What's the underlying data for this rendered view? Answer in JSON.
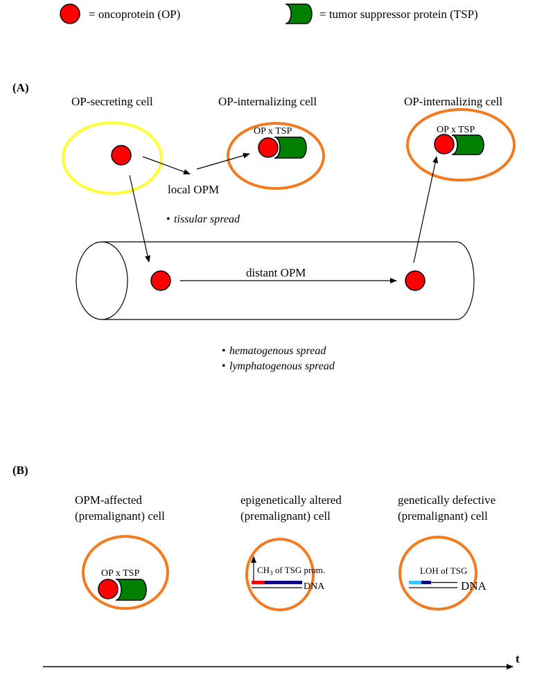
{
  "legend": {
    "oncoprotein": "= oncoprotein (OP)",
    "tsp": "= tumor suppressor protein (TSP)"
  },
  "panel_a": {
    "label": "(A)",
    "secreting_cell": "OP-secreting cell",
    "internalizing_cell_1": "OP-internalizing cell",
    "internalizing_cell_2": "OP-internalizing cell",
    "complex_1": "OP x TSP",
    "complex_2": "OP x TSP",
    "local_opm": "local OPM",
    "distant_opm": "distant OPM",
    "bullet": "•",
    "tissular_spread": "tissular spread",
    "hematogenous_spread": "hematogenous spread",
    "lymphatogenous_spread": "lymphatogenous spread"
  },
  "panel_b": {
    "label": "(B)",
    "cell1_line1": "OPM-affected",
    "cell1_line2": "(premalignant) cell",
    "cell2_line1": "epigenetically altered",
    "cell2_line2": "(premalignant) cell",
    "cell3_line1": "genetically defective",
    "cell3_line2": "(premalignant) cell",
    "complex": "OP x TSP",
    "ch3_main": "CH",
    "ch3_sub": "3",
    "ch3_rest": " of TSG prom.",
    "dna_1": "DNA",
    "loh": "LOH of TSG",
    "dna_2": "DNA"
  },
  "time_axis": {
    "label": "t"
  },
  "colors": {
    "oncoprotein": "#ff0000",
    "tsp": "#008000",
    "secreting_cell": "#ffff33",
    "internalizing_cell": "#f37a1f",
    "methylated": "#ff0000",
    "dna_dark": "#0b0b7a",
    "loh_cyan": "#33ccff"
  }
}
